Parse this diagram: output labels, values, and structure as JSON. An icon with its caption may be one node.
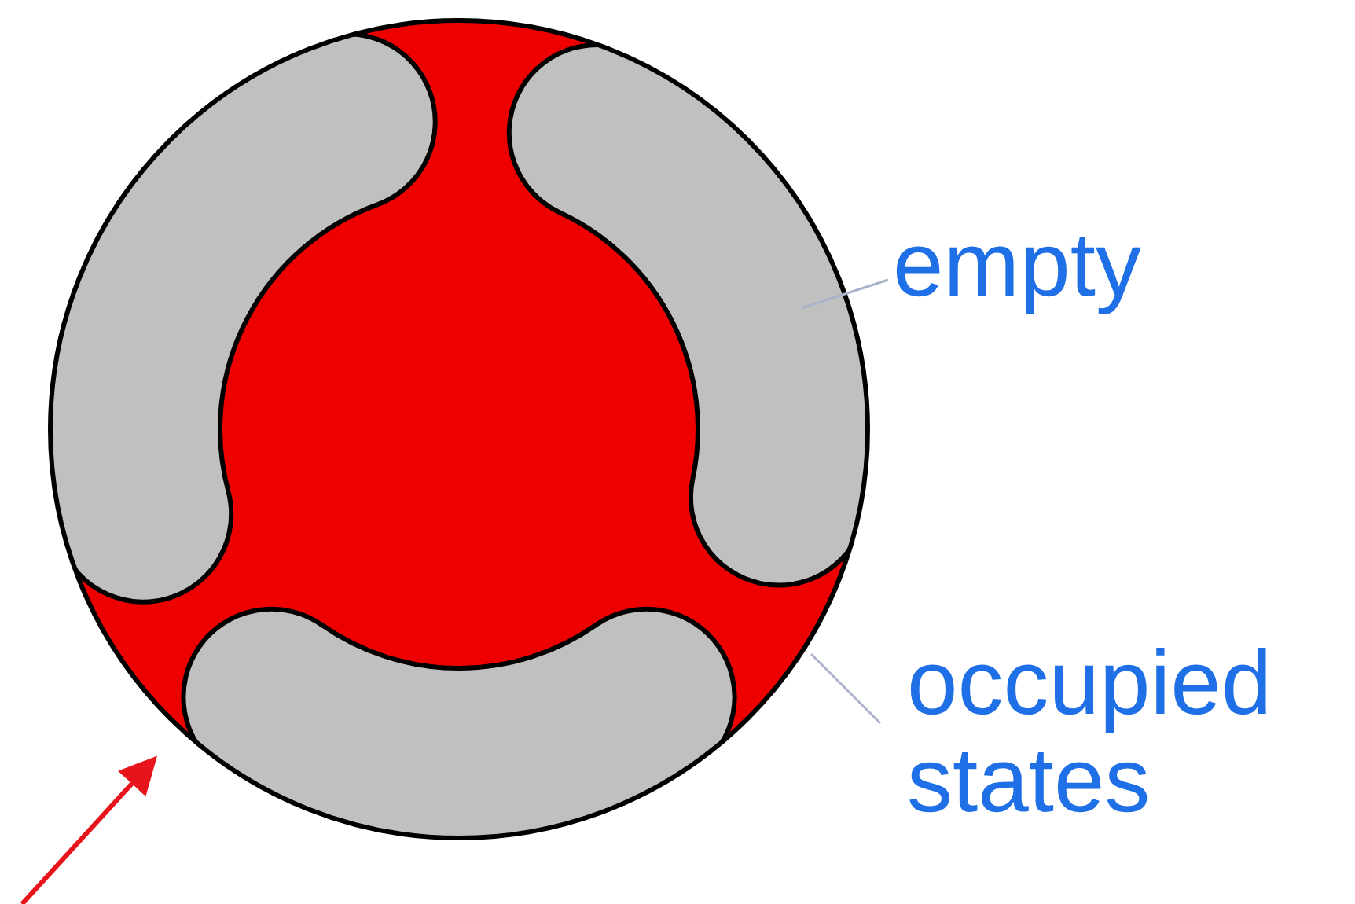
{
  "diagram": {
    "nodes": [
      {
        "text": [],
        "shape": "circle"
      },
      {
        "text": [
          "empty"
        ]
      },
      {
        "text": [],
        "shape": "picture",
        "in": 0
      },
      {
        "text": [
          "occupied states"
        ]
      },
      {
        "text": [],
        "shape": "picture",
        "in": 0
      }
    ],
    "edges": [
      {
        "from": 1,
        "to": 2,
        "arrow": "none"
      },
      {
        "from": 3,
        "to": 4,
        "arrow": "none"
      },
      {
        "from": null,
        "to": 0,
        "arrow": "to",
        "style": "thick",
        "color": "#e8141c"
      }
    ]
  }
}
